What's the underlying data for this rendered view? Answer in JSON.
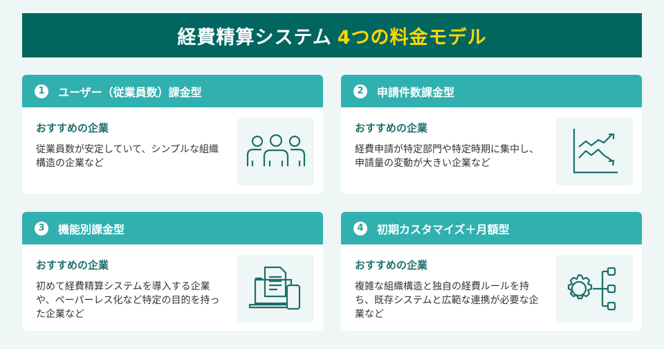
{
  "title": {
    "main": "経費精算システム",
    "highlight": "4つの料金モデル"
  },
  "colors": {
    "title_bg": "#00665f",
    "header_bg": "#31b0b0",
    "accent": "#ffd700"
  },
  "cards": [
    {
      "num": "1",
      "title": "ユーザー（従業員数）課金型",
      "sub": "おすすめの企業",
      "desc": "従業員数が安定していて、シンプルな組織構造の企業など",
      "icon": "people-icon"
    },
    {
      "num": "2",
      "title": "申請件数課金型",
      "sub": "おすすめの企業",
      "desc": "経費申請が特定部門や特定時期に集中し、申請量の変動が大きい企業など",
      "icon": "chart-icon"
    },
    {
      "num": "3",
      "title": "機能別課金型",
      "sub": "おすすめの企業",
      "desc": "初めて経費精算システムを導入する企業や、ペーパーレス化など特定の目的を持った企業など",
      "icon": "devices-icon"
    },
    {
      "num": "4",
      "title": "初期カスタマイズ＋月額型",
      "sub": "おすすめの企業",
      "desc": "複雑な組織構造と独自の経費ルールを持ち、既存システムと広範な連携が必要な企業など",
      "icon": "gear-tree-icon"
    }
  ]
}
